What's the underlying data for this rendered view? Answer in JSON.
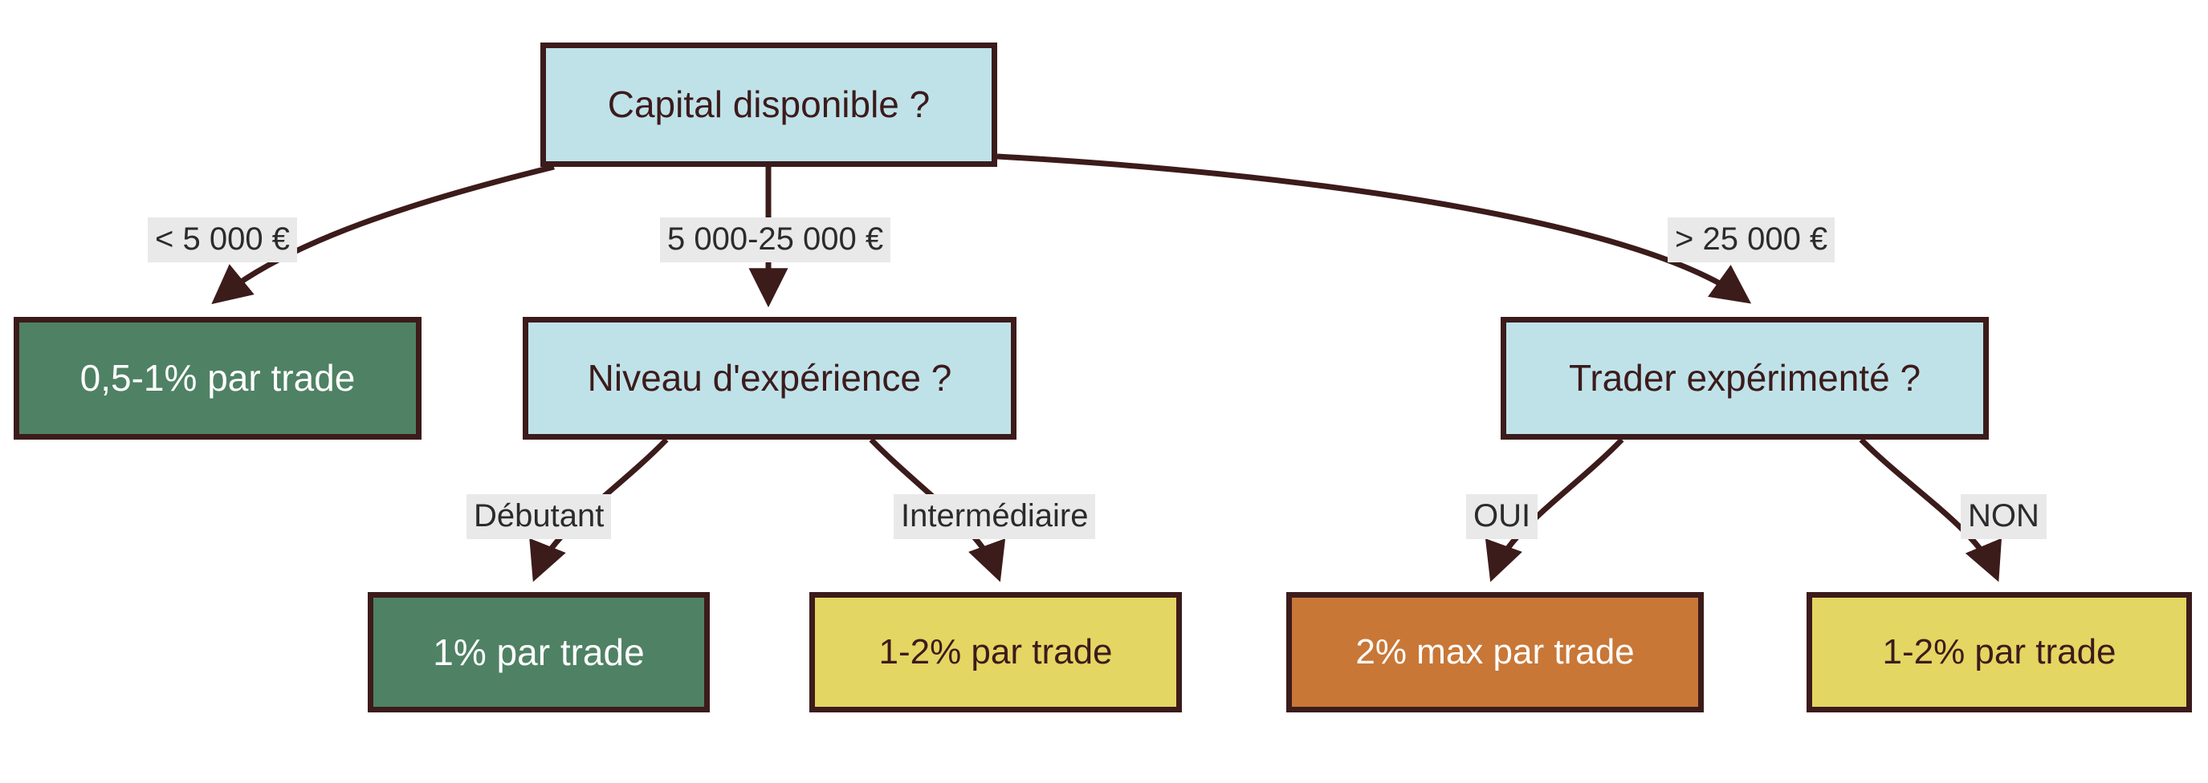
{
  "diagram": {
    "type": "decision-tree",
    "title_text": "",
    "colors": {
      "decision_fill": "#BFE2E9",
      "green_fill": "#4F8164",
      "yellow_fill": "#E4D662",
      "orange_fill": "#C87737",
      "border": "#3C1B1B",
      "edge_line": "#3C1B1B",
      "label_bg": "#E9E9E9",
      "label_text": "#2B2B2B",
      "background": "#FFFFFF"
    },
    "nodes": [
      {
        "id": "root",
        "label": "Capital disponible ?",
        "kind": "decision"
      },
      {
        "id": "res_low",
        "label": "0,5-1% par trade",
        "kind": "green"
      },
      {
        "id": "exp_level",
        "label": "Niveau d'expérience ?",
        "kind": "decision"
      },
      {
        "id": "trader_exp",
        "label": "Trader expérimenté ?",
        "kind": "decision"
      },
      {
        "id": "res_beginner",
        "label": "1% par trade",
        "kind": "green"
      },
      {
        "id": "res_inter",
        "label": "1-2% par trade",
        "kind": "yellow"
      },
      {
        "id": "res_oui",
        "label": "2% max par trade",
        "kind": "orange"
      },
      {
        "id": "res_non",
        "label": "1-2% par trade",
        "kind": "yellow"
      }
    ],
    "edges": [
      {
        "from": "root",
        "to": "res_low",
        "label": "< 5 000 €"
      },
      {
        "from": "root",
        "to": "exp_level",
        "label": "5 000-25 000 €"
      },
      {
        "from": "root",
        "to": "trader_exp",
        "label": "> 25 000 €"
      },
      {
        "from": "exp_level",
        "to": "res_beginner",
        "label": "Débutant"
      },
      {
        "from": "exp_level",
        "to": "res_inter",
        "label": "Intermédiaire"
      },
      {
        "from": "trader_exp",
        "to": "res_oui",
        "label": "OUI"
      },
      {
        "from": "trader_exp",
        "to": "res_non",
        "label": "NON"
      }
    ]
  }
}
